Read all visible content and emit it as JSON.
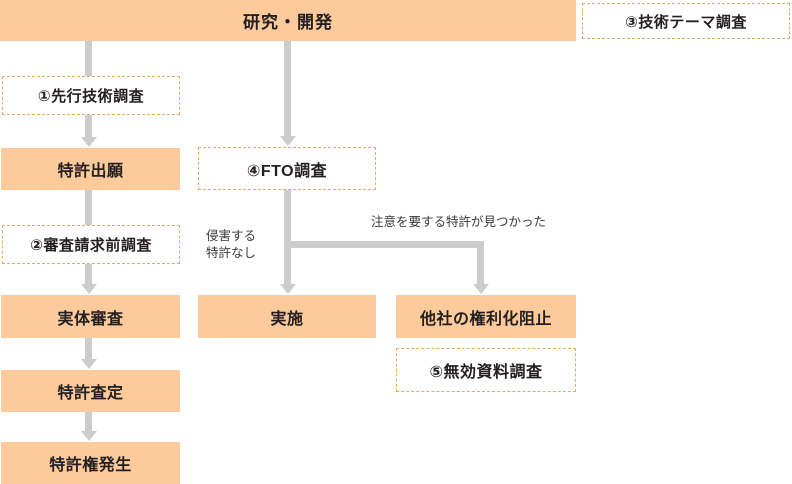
{
  "diagram": {
    "title_banner": {
      "label": "研究・開発"
    },
    "nodes": [
      {
        "id": "prior-art-search",
        "label": "①先行技術調査",
        "style": "dashed"
      },
      {
        "id": "patent-application",
        "label": "特許出願",
        "style": "fill"
      },
      {
        "id": "pre-exam-search",
        "label": "②審査請求前調査",
        "style": "dashed"
      },
      {
        "id": "substantive-exam",
        "label": "実体審査",
        "style": "fill"
      },
      {
        "id": "patent-decision",
        "label": "特許査定",
        "style": "fill"
      },
      {
        "id": "patent-right",
        "label": "特許権発生",
        "style": "fill"
      },
      {
        "id": "tech-theme-search",
        "label": "③技術テーマ調査",
        "style": "dashed"
      },
      {
        "id": "fto-search",
        "label": "④FTO調査",
        "style": "dashed"
      },
      {
        "id": "implementation",
        "label": "実施",
        "style": "fill"
      },
      {
        "id": "block-competitor",
        "label": "他社の権利化阻止",
        "style": "fill"
      },
      {
        "id": "invalidation-search",
        "label": "⑤無効資料調査",
        "style": "dashed"
      }
    ],
    "edge_labels": [
      {
        "id": "no-infringing-patent",
        "label": "侵害する\n特許なし"
      },
      {
        "id": "caution-patent-found",
        "label": "注意を要する特許が見つかった"
      }
    ],
    "colors": {
      "fill": "#fcca9b",
      "dashed_border": "#e8a866",
      "connector": "#cccccc",
      "text": "#231f20",
      "background": "#ffffff"
    }
  }
}
